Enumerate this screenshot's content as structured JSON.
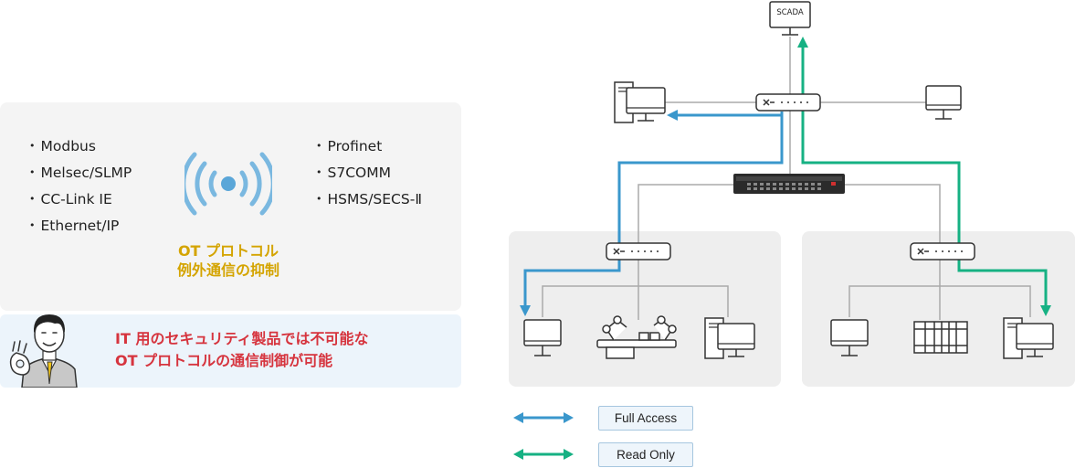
{
  "protocols_left": [
    "Modbus",
    "Melsec/SLMP",
    "CC-Link IE",
    "Ethernet/IP"
  ],
  "protocols_right": [
    "Profinet",
    "S7COMM",
    "HSMS/SECS-Ⅱ"
  ],
  "ot_caption": [
    "OT プロトコル",
    "例外通信の抑制"
  ],
  "note_lines": [
    "IT 用のセキュリティ製品では不可能な",
    "OT プロトコルの通信制御が可能"
  ],
  "scada_label": "SCADA",
  "legend": {
    "full_access": "Full Access",
    "read_only": "Read Only"
  },
  "colors": {
    "full_access": "#3a97cc",
    "read_only": "#16b183",
    "ot_caption": "#d4a400",
    "note_text": "#d6343e"
  },
  "icons": [
    "wifi-signal-icon",
    "person-ok-icon",
    "scada-monitor-icon",
    "switch-icon",
    "monitor-icon",
    "workstation-icon",
    "robot-arm-icon",
    "plc-icon",
    "core-switch-icon"
  ]
}
